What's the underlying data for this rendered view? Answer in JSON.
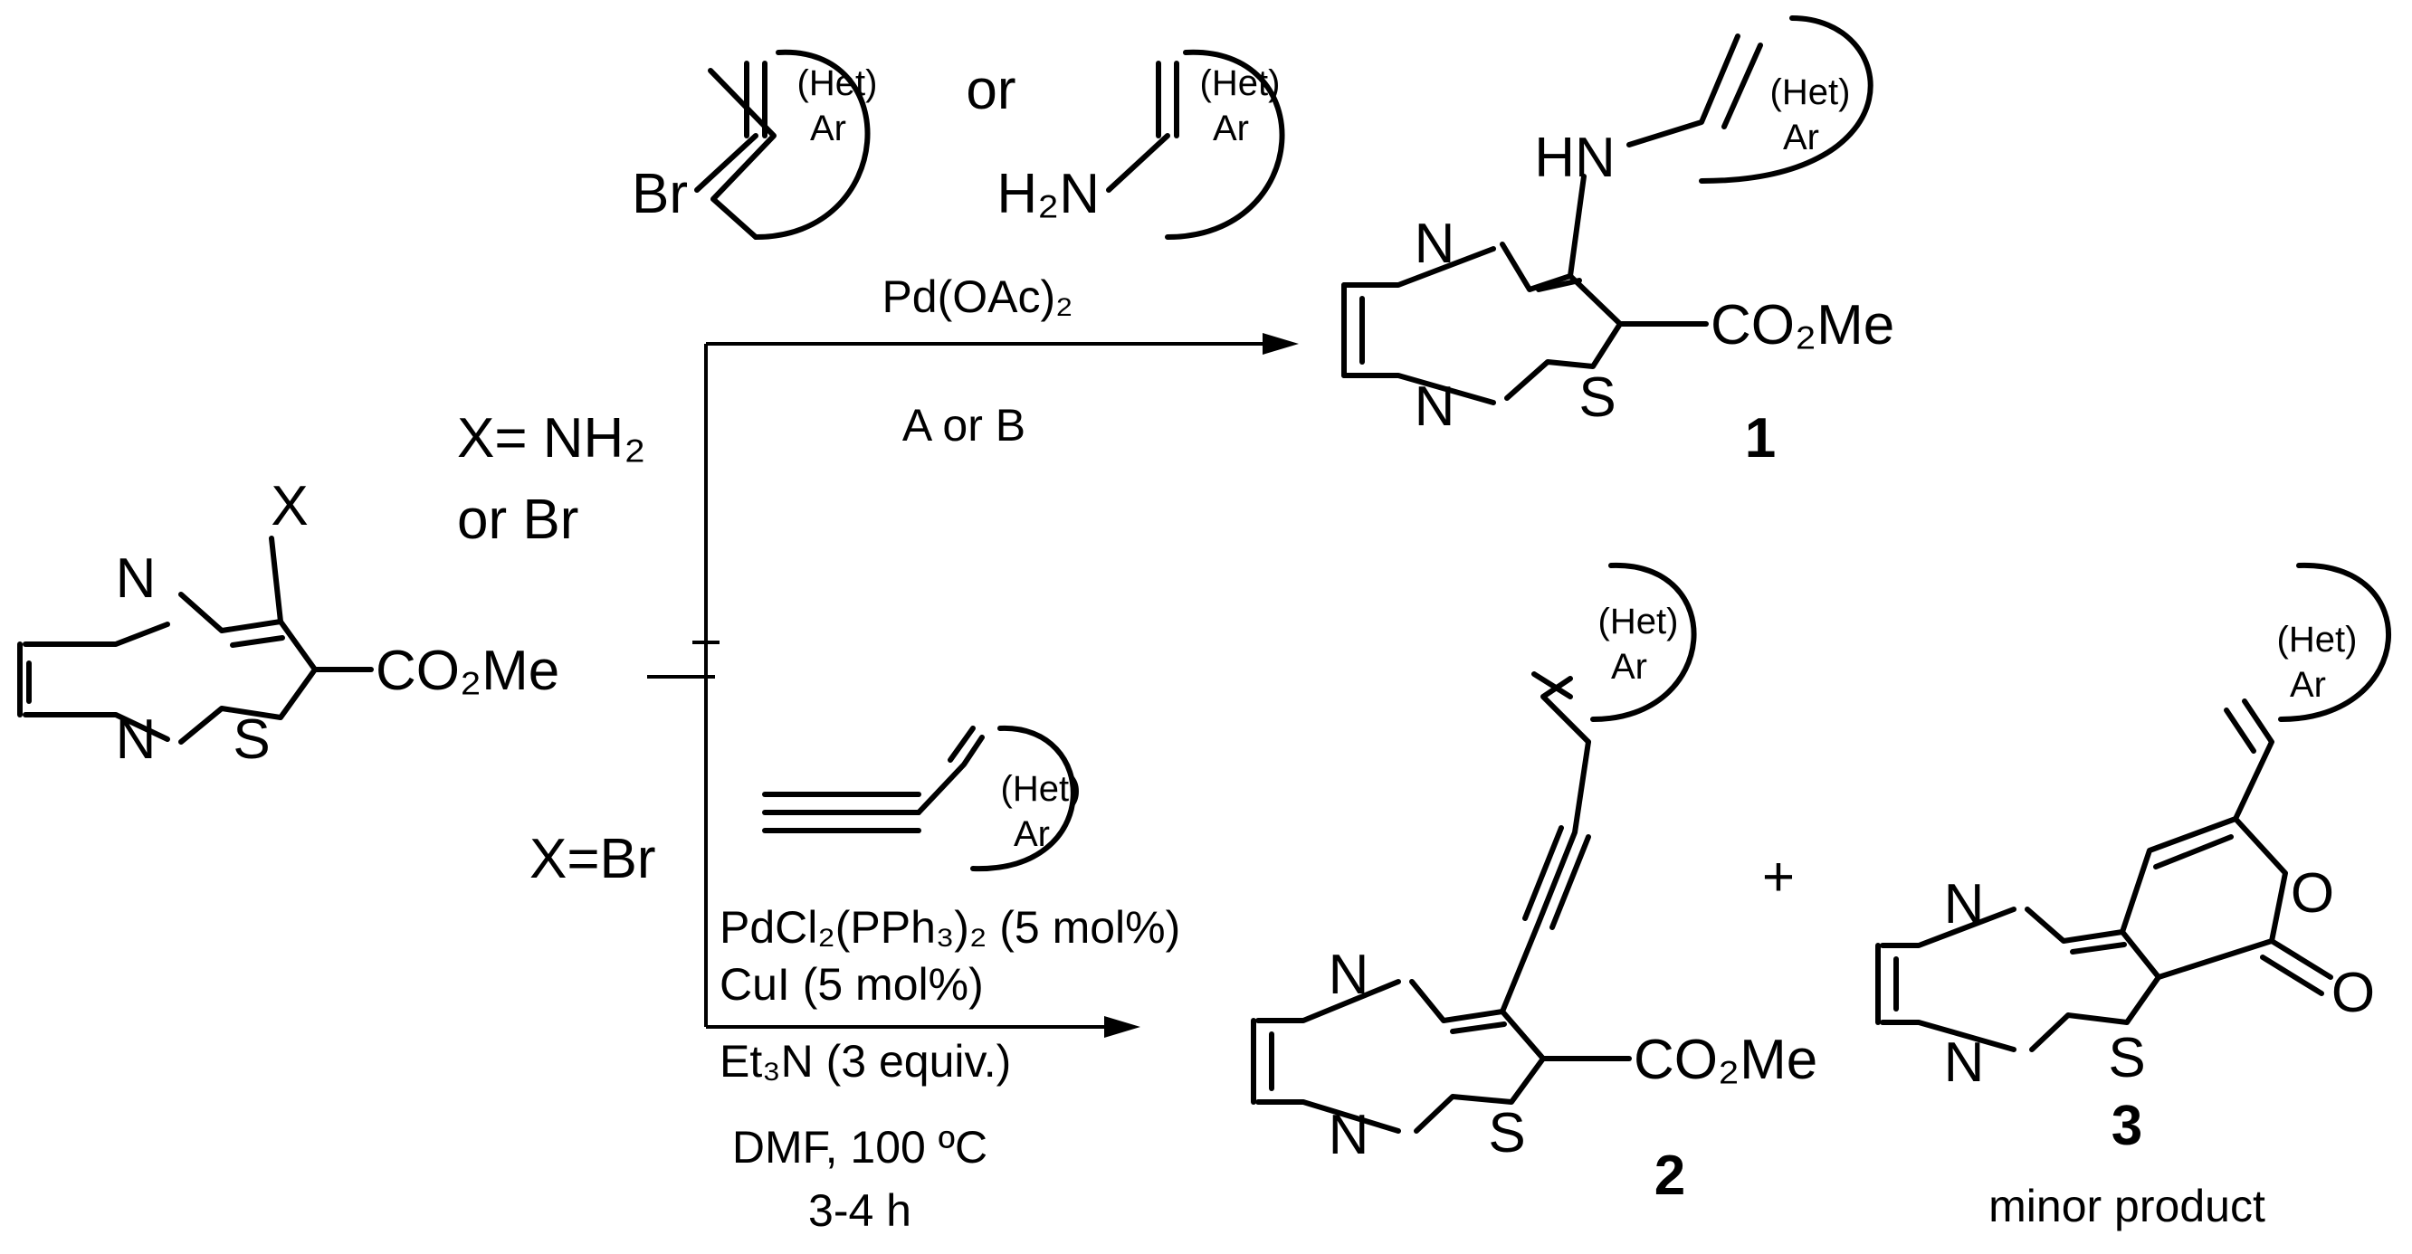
{
  "atoms": {
    "N": "N",
    "S": "S",
    "O": "O",
    "Br": "Br",
    "H2N": "H₂N",
    "HN": "HN",
    "X": "X",
    "CO2Me": "CO₂Me"
  },
  "ring_label": {
    "het": "(Het)",
    "ar": "Ar"
  },
  "reagents": {
    "or": "or"
  },
  "conditions_top": {
    "catalyst": "Pd(OAc)₂",
    "method": "A or B",
    "x_label_line1": "X= NH₂",
    "x_label_line2": "or Br"
  },
  "conditions_bottom": {
    "x_label": "X=Br",
    "line1": "PdCl₂(PPh₃)₂ (5 mol%)",
    "line2": "CuI (5 mol%)",
    "line3": "Et₃N (3 equiv.)",
    "line4": "DMF, 100 ºC",
    "line5": "3-4 h"
  },
  "plus": "+",
  "products": {
    "p1": "1",
    "p2": "2",
    "p3": "3",
    "p3_note": "minor product"
  }
}
